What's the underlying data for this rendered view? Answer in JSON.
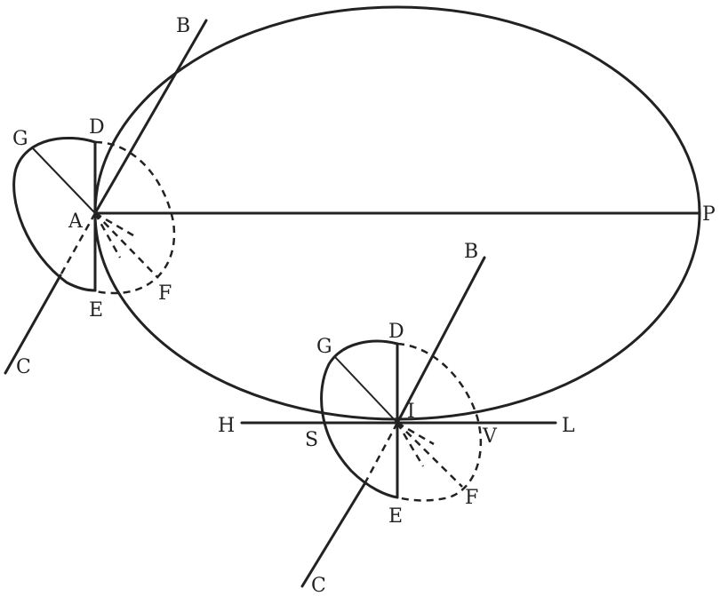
{
  "labels": {
    "top_B": "B",
    "top_G": "G",
    "top_D": "D",
    "top_A": "A",
    "top_P": "P",
    "top_E": "E",
    "top_F": "F",
    "top_C": "C",
    "bottom_B": "B",
    "bottom_G": "G",
    "bottom_D": "D",
    "bottom_H": "H",
    "bottom_I": "I",
    "bottom_L": "L",
    "bottom_S": "S",
    "bottom_V": "V",
    "bottom_E": "E",
    "bottom_F": "F",
    "bottom_C": "C"
  }
}
